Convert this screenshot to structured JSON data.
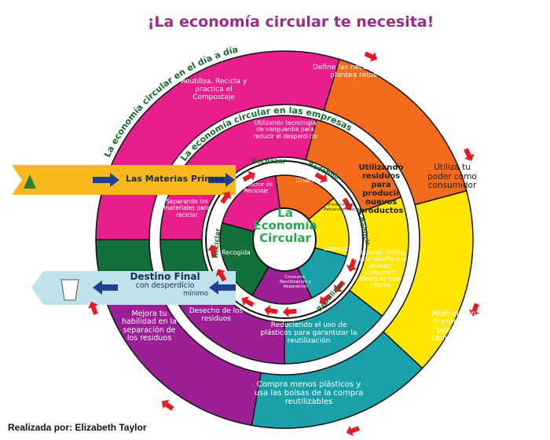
{
  "title": "¡La economía circular te necesita!",
  "credit": "Realizada por: Elizabeth Taylor",
  "colors": {
    "pink": "#e91e8c",
    "orange": "#f26a1b",
    "yellow": "#ffe600",
    "teal": "#1aa0a8",
    "purple": "#9c1f96",
    "green": "#13703a",
    "band_yellow": "#f7b81c",
    "band_blue": "#bfe3ec",
    "arrow_red": "#e31b23",
    "arrow_blue": "#1f3f8f",
    "title": "#a0298f"
  },
  "outer_ring": {
    "label": "La economía circular en el día a día",
    "items": [
      "Reutiliza, Recicla y practica el Compostaje",
      "Define las necesidades plantea retos",
      "Utiliza tu poder como consumidor",
      "Muévete en transporte público y camina más",
      "Compra menos plásticos y usa las bolsas de la compra reutilizables",
      "Mejora tu habilidad en la separación de los residuos"
    ]
  },
  "middle_ring": {
    "label": "La economía circular en las empresas",
    "items": [
      "Separando los materiales para reciclar",
      "Utilizando tecnología de vanguardia para reducir el desperdicio",
      "Utilizando residuos para producir nuevos productos",
      "Utilizando formas de transporte que utilizan/ consumen energías más limpias",
      "Reduciendo el uso de plásticos para garantizar la reutilización",
      "Desecho de los residuos"
    ]
  },
  "inner_ring": {
    "steps": [
      "Rechazar",
      "Redefinir",
      "Reducir",
      "Reutilizar",
      "Reciclar"
    ]
  },
  "pie": {
    "center": [
      "La",
      "Economía",
      "Circular"
    ],
    "slices": [
      "El Sector de Reciclaje",
      "Diseño",
      "Producción y Retransformación",
      "Distribución",
      "Consumo, Reutilización y Reparación",
      "Recogida"
    ]
  },
  "banners": {
    "raw": "Las Materias Primas",
    "final": [
      "Destino Final",
      "con desperdicio",
      "mínimo"
    ]
  },
  "icons": [
    "recycle-icon",
    "flower-icon",
    "checkbox-icon",
    "house-icon",
    "computer-icon",
    "recycle-icon",
    "consumer-icon",
    "road-icon",
    "walking-icon",
    "cart-icon",
    "reuse-icon",
    "trash-icon",
    "glue-icon",
    "tree-icon"
  ]
}
